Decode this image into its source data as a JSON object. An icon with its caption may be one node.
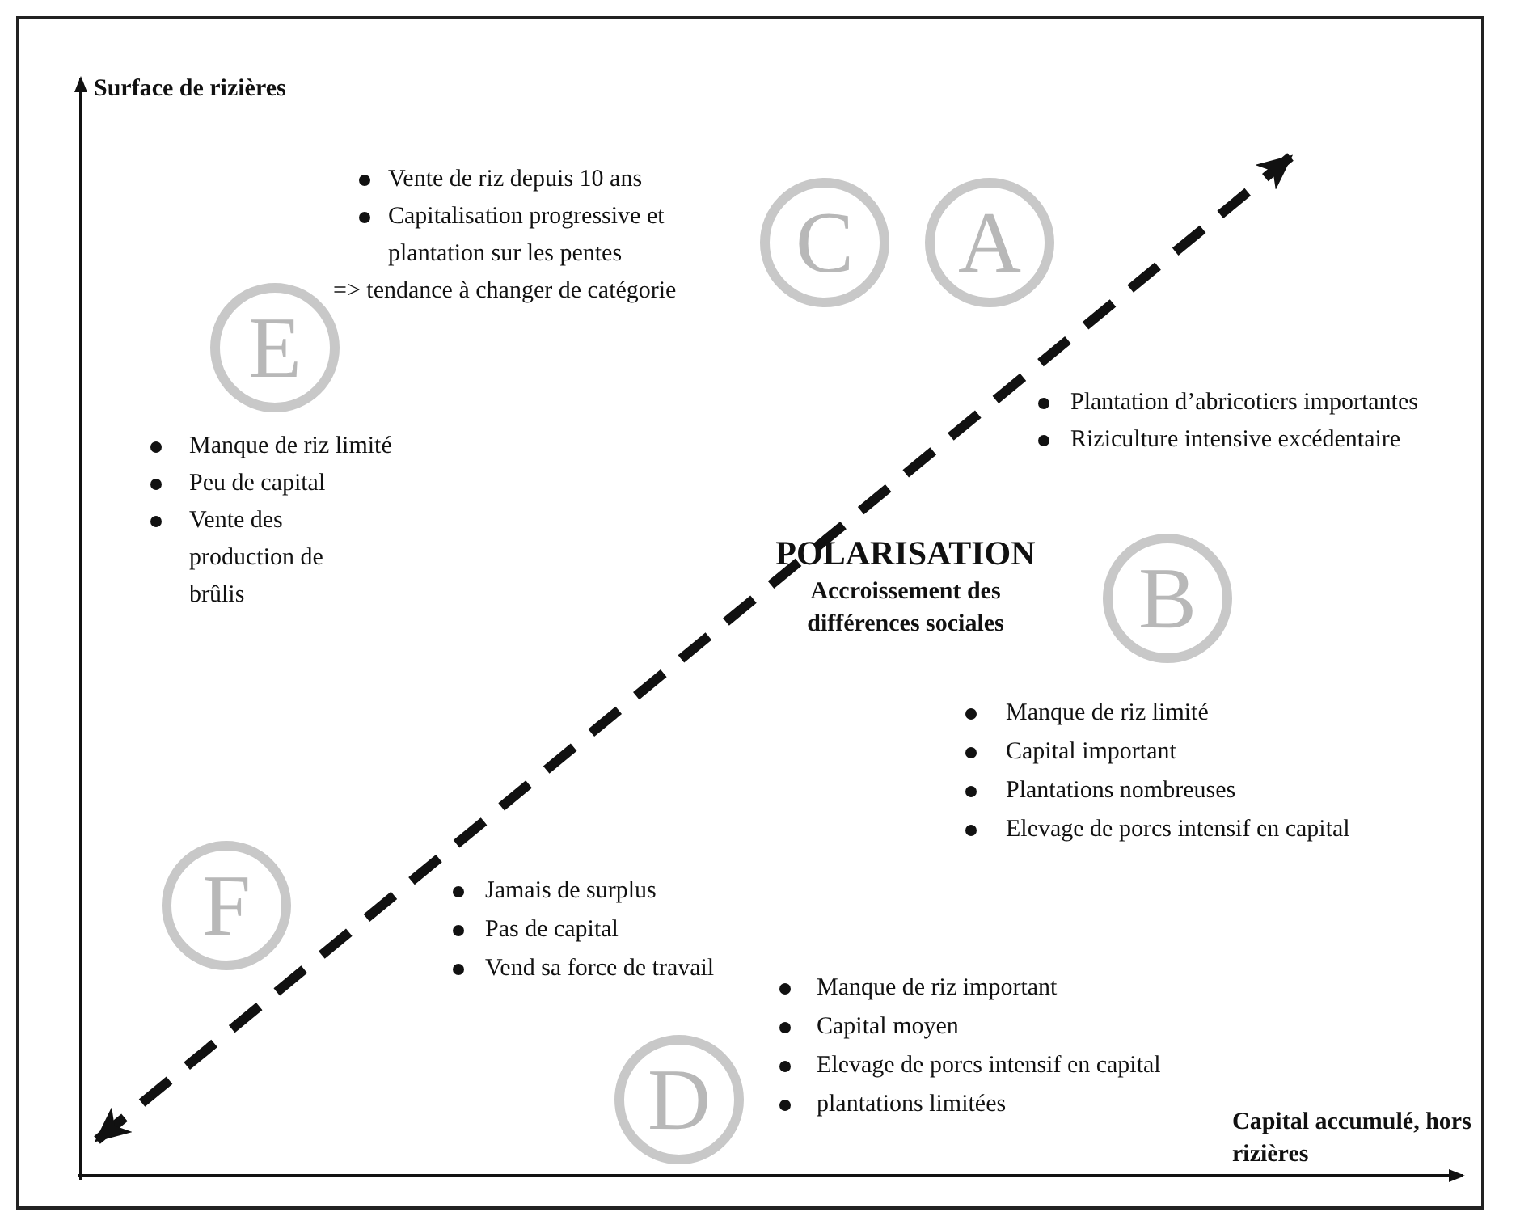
{
  "diagram": {
    "nodes": [
      {
        "text": [
          "C"
        ]
      },
      {
        "text": [
          "A"
        ]
      },
      {
        "text": [
          "E"
        ]
      },
      {
        "text": [
          "B"
        ]
      },
      {
        "text": [
          "F"
        ]
      },
      {
        "text": [
          "D"
        ]
      }
    ],
    "labels": [
      "Surface de rizières",
      "Vente de riz depuis 10 ans",
      "Capitalisation progressive et plantation sur les pentes",
      "=> tendance à changer de catégorie",
      "Plantation d’abricotiers importantes",
      "Riziculture intensive excédentaire",
      "Manque de riz limité",
      "Peu de capital",
      "Vente des production de brûlis",
      "POLARISATION",
      "Accroissement des différences sociales",
      "Manque de riz limité",
      "Capital important",
      "Plantations nombreuses",
      "Elevage de porcs intensif en capital",
      "Jamais de surplus",
      "Pas de capital",
      "Vend sa force de travail",
      "Manque de riz important",
      "Capital moyen",
      "Elevage de porcs intensif en capital",
      "plantations limitées",
      "Capital accumulé, hors rizières"
    ]
  }
}
